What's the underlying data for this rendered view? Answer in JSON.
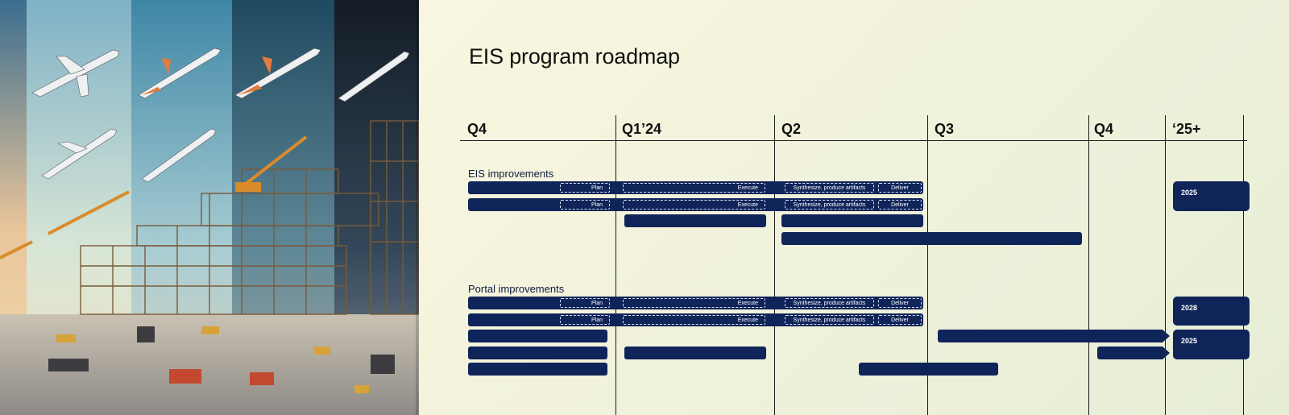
{
  "slide": {
    "title": "EIS program roadmap",
    "quarters": [
      "Q4",
      "Q1’24",
      "Q2",
      "Q3",
      "Q4",
      "‘25+"
    ],
    "sections": {
      "eis": "EIS improvements",
      "portal": "Portal improvements"
    },
    "phases": {
      "plan": "Plan",
      "execute": "Execute",
      "synthesize": "Synthesize, produce artifacts",
      "deliver": "Deliver"
    },
    "future_labels": {
      "eis_row1": "2025",
      "portal_row1": "2028",
      "portal_row2": "2025"
    }
  },
  "colors": {
    "bar": "#0f2459",
    "background": "#f4f3dc",
    "text": "#111111"
  }
}
